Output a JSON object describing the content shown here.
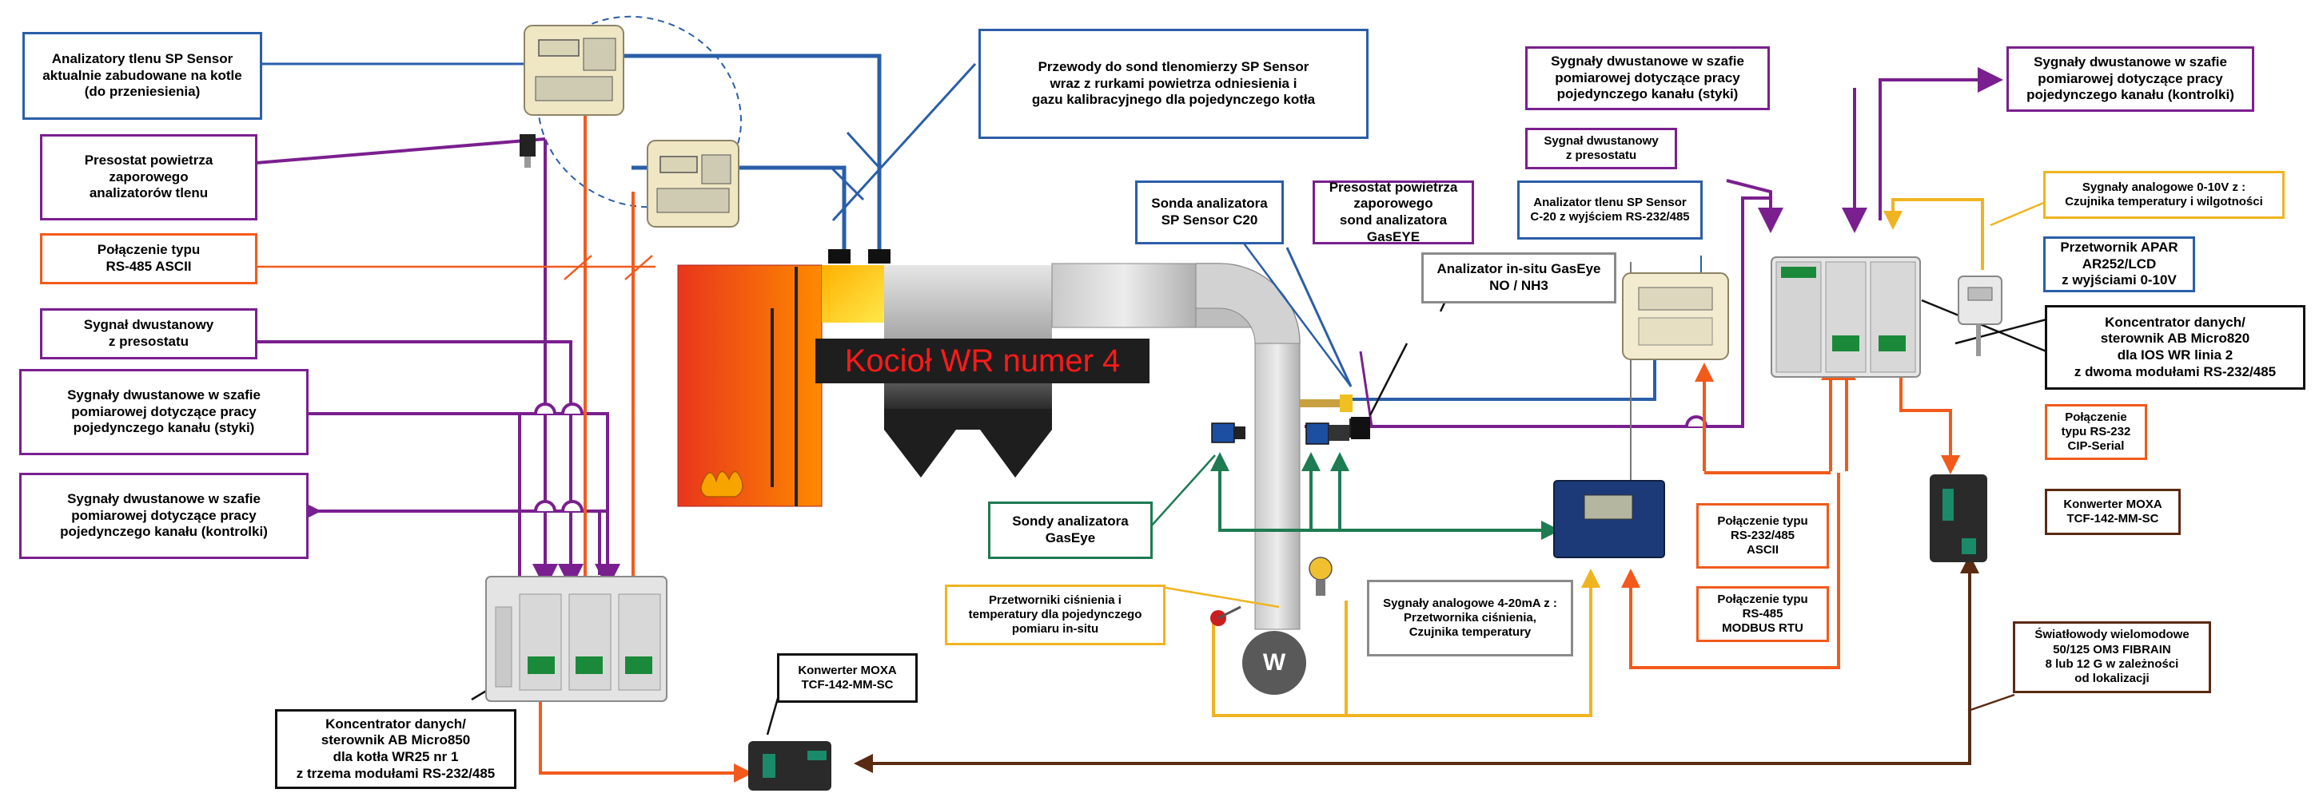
{
  "diagram": {
    "boiler_title": "Kocioł WR numer 4",
    "fan_label": "W",
    "labels": {
      "analyzers_sp": "Analizatory tlenu SP Sensor\naktualnie zabudowane na kotle\n(do przeniesienia)",
      "presostat_left": "Presostat powietrza\nzaporowego\nanalizatorów tlenu",
      "rs485_ascii": "Połączenie typu\nRS-485 ASCII",
      "signal_presostat_left": "Sygnał dwustanowy\nz presostatu",
      "signals_styki_left": "Sygnały dwustanowe w szafie\npomiarowej dotyczące pracy\npojedynczego kanału (styki)",
      "signals_kontrolki_left": "Sygnały dwustanowe w szafie\npomiarowej dotyczące pracy\npojedynczego kanału (kontrolki)",
      "micro850": "Koncentrator danych/\nsterownik AB Micro850\ndla kotła WR25 nr 1\nz trzema modułami RS-232/485",
      "moxa_bottom": "Konwerter MOXA\nTCF-142-MM-SC",
      "pipes": "Przewody do sond tlenomierzy SP Sensor\nwraz z rurkami powietrza odniesienia i\ngazu kalibracyjnego dla pojedynczego kotła",
      "sonda_c20": "Sonda analizatora\nSP Sensor C20",
      "presostat_gaseye": "Presostat powietrza\nzaporowego\nsond analizatora GasEYE",
      "analyzer_c20": "Analizator tlenu  SP Sensor\nC-20  z wyjściem RS-232/485",
      "gaseye_analyzer": "Analizator in-situ GasEye\nNO / NH3",
      "sondy_gaseye": "Sondy analizatora\nGasEye",
      "pressure_temp": "Przetworniki ciśnienia i\ntemperatury dla pojedynczego\npomiaru in-situ",
      "analog_420": "Sygnały analogowe 4-20mA z :\nPrzetwornika ciśnienia,\nCzujnika temperatury",
      "rs232_485_ascii": "Połączenie typu\nRS-232/485\nASCII",
      "rs485_modbus": "Połączenie typu\nRS-485\nMODBUS RTU",
      "signals_styki_right": "Sygnały dwustanowe w szafie\npomiarowej dotyczące pracy\npojedynczego kanału (styki)",
      "signal_presostat_right": "Sygnał dwustanowy\nz presostatu",
      "signals_kontrolki_right": "Sygnały dwustanowe w szafie\npomiarowej dotyczące pracy\npojedynczego kanału (kontrolki)",
      "analog_010": "Sygnały analogowe 0-10V z :\nCzujnika temperatury i wilgotności",
      "apar": "Przetwornik APAR\nAR252/LCD\nz wyjściami 0-10V",
      "micro820": "Koncentrator danych/\nsterownik AB Micro820\ndla IOS WR linia 2\nz dwoma modułami RS-232/485",
      "rs232_cip": "Połączenie\ntypu RS-232\nCIP-Serial",
      "moxa_right": "Konwerter MOXA\nTCF-142-MM-SC",
      "fiber": "Światłowody wielomodowe\n50/125 OM3 FIBRAIN\n8 lub 12 G w zależności\nod lokalizacji"
    },
    "colors": {
      "blue": "#2a5ea8",
      "purple": "#7a1f8f",
      "orange": "#f25a1c",
      "green": "#1e7b52",
      "yellow": "#f0b420",
      "brown": "#5a2a12",
      "boiler_red": "#e8351c",
      "title_red": "#ff1a1a"
    }
  }
}
